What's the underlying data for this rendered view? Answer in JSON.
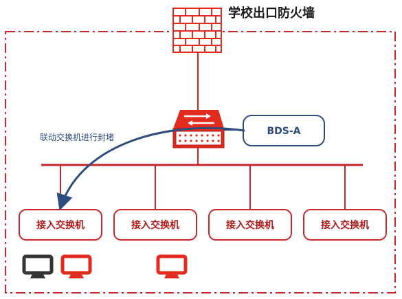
{
  "firewall": {
    "label": "学校出口防火墙",
    "icon": "firewall-icon"
  },
  "core_switch": {
    "icon": "layer3-switch-icon"
  },
  "bds": {
    "label": "BDS-A"
  },
  "annotation": {
    "text": "联动交换机进行封堵"
  },
  "access_switches": [
    {
      "label": "接入交换机"
    },
    {
      "label": "接入交换机"
    },
    {
      "label": "接入交换机"
    },
    {
      "label": "接入交换机"
    }
  ],
  "terminals": [
    {
      "icon": "monitor-icon",
      "status": "normal",
      "color": "#333333"
    },
    {
      "icon": "monitor-icon",
      "status": "infected",
      "color": "#e02b1e"
    },
    {
      "icon": "monitor-icon",
      "status": "infected",
      "color": "#e02b1e"
    }
  ],
  "colors": {
    "accent_red": "#e02b1e",
    "dark_red": "#b21818",
    "navy": "#2e4d7b",
    "normal_terminal": "#333333"
  }
}
